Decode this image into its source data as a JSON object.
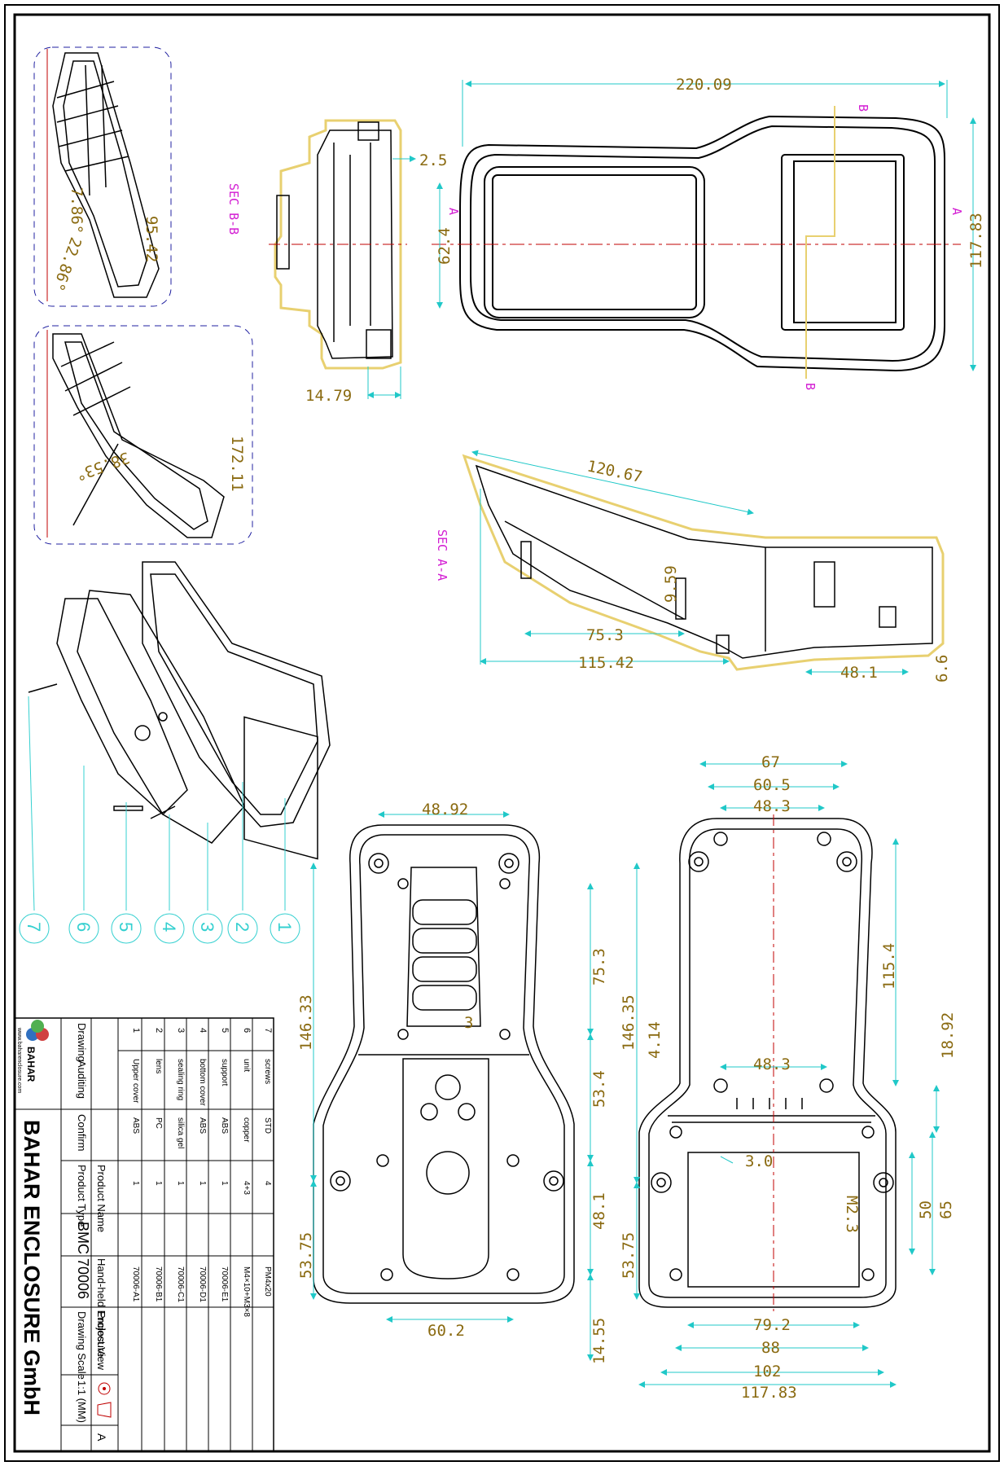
{
  "sections": {
    "b": "SEC B-B",
    "a": "SEC A-A",
    "marker_a": "A",
    "marker_b": "B"
  },
  "dims": {
    "top_width": "220.09",
    "top_height": "117.83",
    "top_grip": "62.4",
    "secb_wall": "2.5",
    "secb_depth": "14.79",
    "seca_len": "120.67",
    "seca_grip": "75.3",
    "seca_total": "115.42",
    "seca_boss": "48.1",
    "seca_wall": "9.59",
    "seca_rib": "6.6",
    "side_angle1": "7.86°",
    "side_angle2": "22.86°",
    "side_h1": "95.42",
    "side_angle3": "38.53°",
    "side_h2": "172.11",
    "bot_w1": "48.92",
    "bot_h": "146.33",
    "bot_s1": "75.3",
    "bot_s2": "53.4",
    "bot_s3": "48.1",
    "bot_h2": "53.75",
    "bot_w2": "60.2",
    "bot_s4": "14.55",
    "bot_3": "3",
    "in_67": "67",
    "in_60": "60.5",
    "in_48": "48.3",
    "in_115": "115.4",
    "in_146": "146.35",
    "in_414": "4.14",
    "in_483b": "48.3",
    "in_30": "3.0",
    "in_1892": "18.92",
    "in_5375": "53.75",
    "in_m23": "M2.3",
    "in_50": "50",
    "in_65": "65",
    "in_792": "79.2",
    "in_88": "88",
    "in_102": "102",
    "in_11783": "117.83"
  },
  "callouts": [
    "1",
    "2",
    "3",
    "4",
    "5",
    "6",
    "7"
  ],
  "title_block": {
    "company": "BAHAR ENCLOSURE GmbH",
    "logo_text": "BAHAR",
    "website": "www.baharenclosure.com",
    "labels": {
      "drawing": "Drawing",
      "auditing": "Auditing",
      "confirm": "Confirm",
      "product_name": "Product Name",
      "product_type": "Product Type",
      "project_view": "Project View",
      "drawing_scale": "Drawing Scale"
    },
    "product_name": "Hand-held Enclosure",
    "product_type": "BMC 70006",
    "scale": "1:1 (MM)",
    "rev": "A",
    "parts": [
      {
        "no": "1",
        "name": "Upper cover",
        "mat": "ABS",
        "qty": "1",
        "code": "70006-A1"
      },
      {
        "no": "2",
        "name": "lens",
        "mat": "PC",
        "qty": "1",
        "code": "70006-B1"
      },
      {
        "no": "3",
        "name": "sealing ring",
        "mat": "silica gel",
        "qty": "1",
        "code": "70006-C1"
      },
      {
        "no": "4",
        "name": "bottom cover",
        "mat": "ABS",
        "qty": "1",
        "code": "70006-D1"
      },
      {
        "no": "5",
        "name": "support",
        "mat": "ABS",
        "qty": "1",
        "code": "70006-E1"
      },
      {
        "no": "6",
        "name": "unit",
        "mat": "copper",
        "qty": "4+3",
        "code": "M4×10+M3×8"
      },
      {
        "no": "7",
        "name": "screws",
        "mat": "STD",
        "qty": "4",
        "code": "PM4x20"
      }
    ]
  },
  "colors": {
    "outline": "#000000",
    "dim": "#8a6a10",
    "dimline": "#20c8c8",
    "section": "#d21ad2",
    "center": "#c00000",
    "yellow": "#e8d070"
  }
}
